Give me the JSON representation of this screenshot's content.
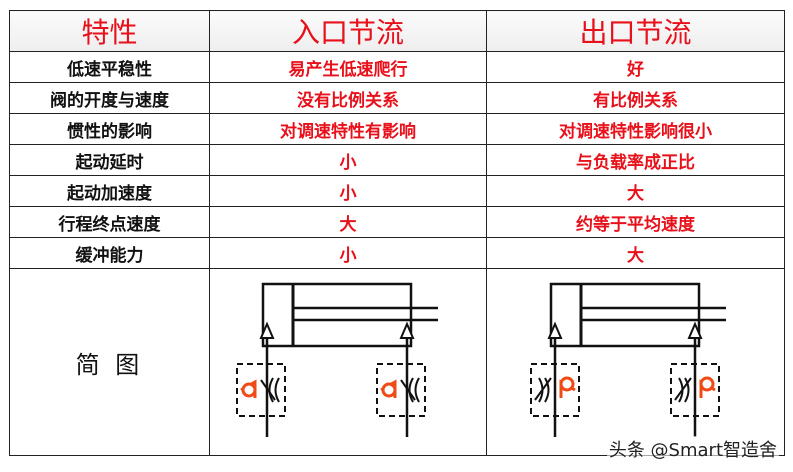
{
  "header": {
    "col1": "特性",
    "col2": "入口节流",
    "col3": "出口节流"
  },
  "rows": [
    {
      "label": "低速平稳性",
      "inlet": "易产生低速爬行",
      "outlet": "好"
    },
    {
      "label": "阀的开度与速度",
      "inlet": "没有比例关系",
      "outlet": "有比例关系"
    },
    {
      "label": "惯性的影响",
      "inlet": "对调速特性有影响",
      "outlet": "对调速特性影响很小"
    },
    {
      "label": "起动延时",
      "inlet": "小",
      "outlet": "与负载率成正比"
    },
    {
      "label": "起动加速度",
      "inlet": "小",
      "outlet": "大"
    },
    {
      "label": "行程终点速度",
      "inlet": "大",
      "outlet": "约等于平均速度"
    },
    {
      "label": "缓冲能力",
      "inlet": "小",
      "outlet": "大"
    }
  ],
  "diagram_row": {
    "label": "简 图"
  },
  "colors": {
    "text_red": "#e8101a",
    "valve_orange": "#f04a16",
    "line": "#111111"
  },
  "watermark": "头条 @Smart智造舍"
}
